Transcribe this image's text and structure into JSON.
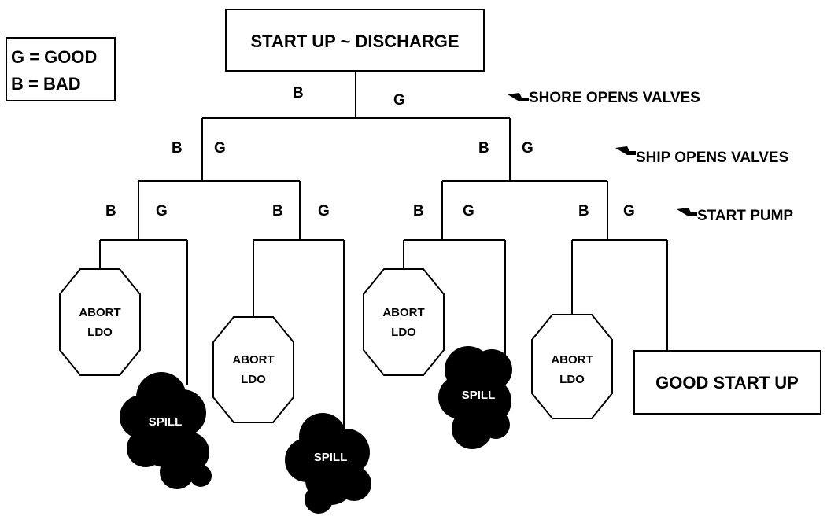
{
  "legend": {
    "good": "G = GOOD",
    "bad": "B = BAD"
  },
  "root": "START UP ~ DISCHARGE",
  "steps": {
    "shore": "SHORE OPENS VALVES",
    "ship": "SHIP OPENS VALVES",
    "pump": "START PUMP"
  },
  "branch": {
    "bad": "B",
    "good": "G"
  },
  "outcomes": {
    "abort_line1": "ABORT",
    "abort_line2": "LDO",
    "spill": "SPILL",
    "good_start": "GOOD START UP"
  }
}
